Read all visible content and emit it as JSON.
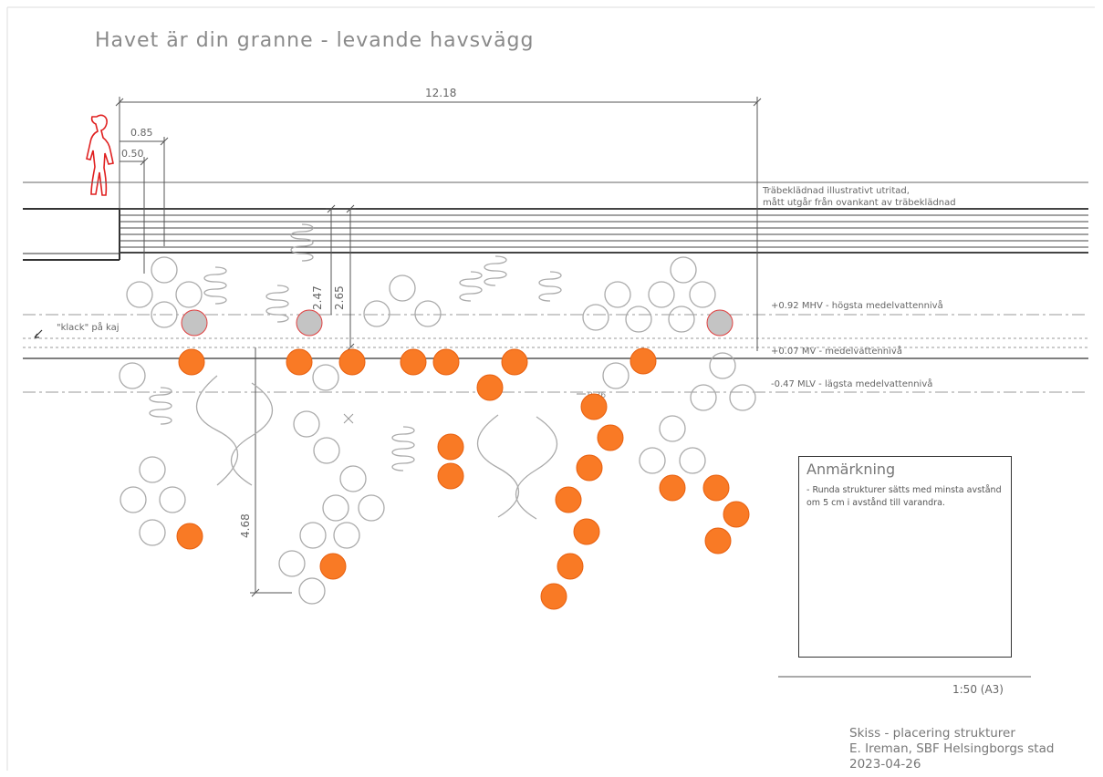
{
  "title": "Havet är din granne - levande havsvägg",
  "dimensions": {
    "total_width": "12.18",
    "d_085": "0.85",
    "d_050": "0.50",
    "d_247": "2.47",
    "d_265": "2.65",
    "d_468": "4.68",
    "d_036": "0.36"
  },
  "annotations": {
    "cladding_line1": "Träbeklädnad illustrativt utritad,",
    "cladding_line2": "mått utgår från ovankant av träbeklädnad",
    "mhv": "+0.92 MHV - högsta medelvattennivå",
    "mv": "+0.07 MV - medelvattennivå",
    "mlv": "-0.47 MLV - lägsta medelvattennivå",
    "klack": "\"klack\" på kaj"
  },
  "note": {
    "title": "Anmärkning",
    "text": "- Runda strukturer sätts med minsta avstånd om 5 cm i avstånd till varandra."
  },
  "scale": "1:50 (A3)",
  "footer": {
    "line1": "Skiss - placering strukturer",
    "line2": "E. Ireman, SBF Helsingborgs stad",
    "line3": "2023-04-26"
  },
  "colors": {
    "orange": "#f97a25",
    "gray_fill": "#c4c4c4",
    "red_figure": "#e02020",
    "line": "#333333",
    "light": "#999999"
  }
}
